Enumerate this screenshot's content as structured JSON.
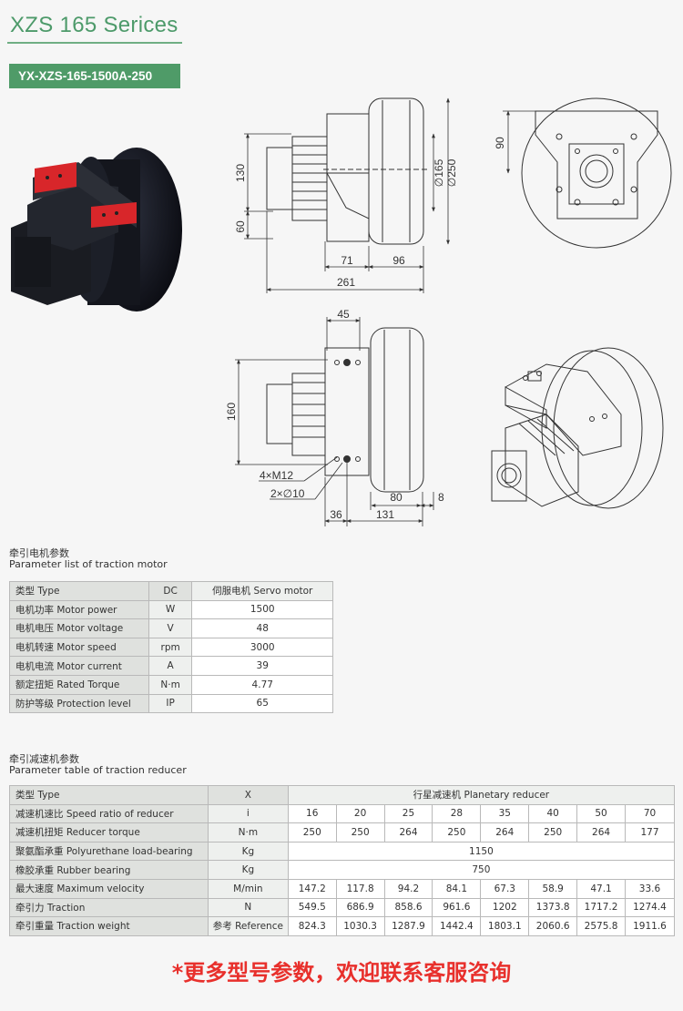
{
  "header": {
    "series_title": "XZS 165 Serices",
    "model_code": "YX-XZS-165-1500A-250"
  },
  "drawing_dims": {
    "d130": "130",
    "d60": "60",
    "d71": "71",
    "d96": "96",
    "d261": "261",
    "d165": "∅165",
    "d250": "∅250",
    "d90": "90",
    "d45": "45",
    "d160": "160",
    "bolt": "4×M12",
    "pin": "2×∅10",
    "d80": "80",
    "d8": "8",
    "d36": "36",
    "d131": "131"
  },
  "motor_section": {
    "title_cn": "牵引电机参数",
    "title_en": "Parameter list of traction motor",
    "rows": [
      {
        "label": "类型 Type",
        "unit": "DC",
        "value": "伺服电机 Servo motor"
      },
      {
        "label": "电机功率 Motor power",
        "unit": "W",
        "value": "1500"
      },
      {
        "label": "电机电压 Motor voltage",
        "unit": "V",
        "value": "48"
      },
      {
        "label": "电机转速 Motor speed",
        "unit": "rpm",
        "value": "3000"
      },
      {
        "label": "电机电流 Motor current",
        "unit": "A",
        "value": "39"
      },
      {
        "label": "额定扭矩 Rated Torque",
        "unit": "N·m",
        "value": "4.77"
      },
      {
        "label": "防护等级 Protection level",
        "unit": "IP",
        "value": "65"
      }
    ]
  },
  "reducer_section": {
    "title_cn": "牵引减速机参数",
    "title_en": "Parameter table of traction reducer",
    "type_row": {
      "label": "类型 Type",
      "unit": "X",
      "value": "行星减速机 Planetary reducer"
    },
    "rows": [
      {
        "label": "减速机速比 Speed ratio of reducer",
        "unit": "i",
        "values": [
          "16",
          "20",
          "25",
          "28",
          "35",
          "40",
          "50",
          "70"
        ]
      },
      {
        "label": "减速机扭矩 Reducer torque",
        "unit": "N·m",
        "values": [
          "250",
          "250",
          "264",
          "250",
          "264",
          "250",
          "264",
          "177"
        ]
      },
      {
        "label": "聚氨酯承重 Polyurethane load-bearing",
        "unit": "Kg",
        "span": "1150"
      },
      {
        "label": "橡胶承重 Rubber bearing",
        "unit": "Kg",
        "span": "750"
      },
      {
        "label": "最大速度 Maximum velocity",
        "unit": "M/min",
        "values": [
          "147.2",
          "117.8",
          "94.2",
          "84.1",
          "67.3",
          "58.9",
          "47.1",
          "33.6"
        ]
      },
      {
        "label": "牵引力 Traction",
        "unit": "N",
        "values": [
          "549.5",
          "686.9",
          "858.6",
          "961.6",
          "1202",
          "1373.8",
          "1717.2",
          "1274.4"
        ]
      },
      {
        "label": "牵引重量 Traction weight",
        "unit": "参考 Reference",
        "values": [
          "824.3",
          "1030.3",
          "1287.9",
          "1442.4",
          "1803.1",
          "2060.6",
          "2575.8",
          "1911.6"
        ]
      }
    ]
  },
  "footer": {
    "note": "*更多型号参数，欢迎联系客服咨询"
  },
  "colors": {
    "accent_green": "#4f9b68",
    "footer_red": "#e8302c",
    "mount_red": "#d8262a",
    "table_label_bg": "#dfe1de"
  }
}
